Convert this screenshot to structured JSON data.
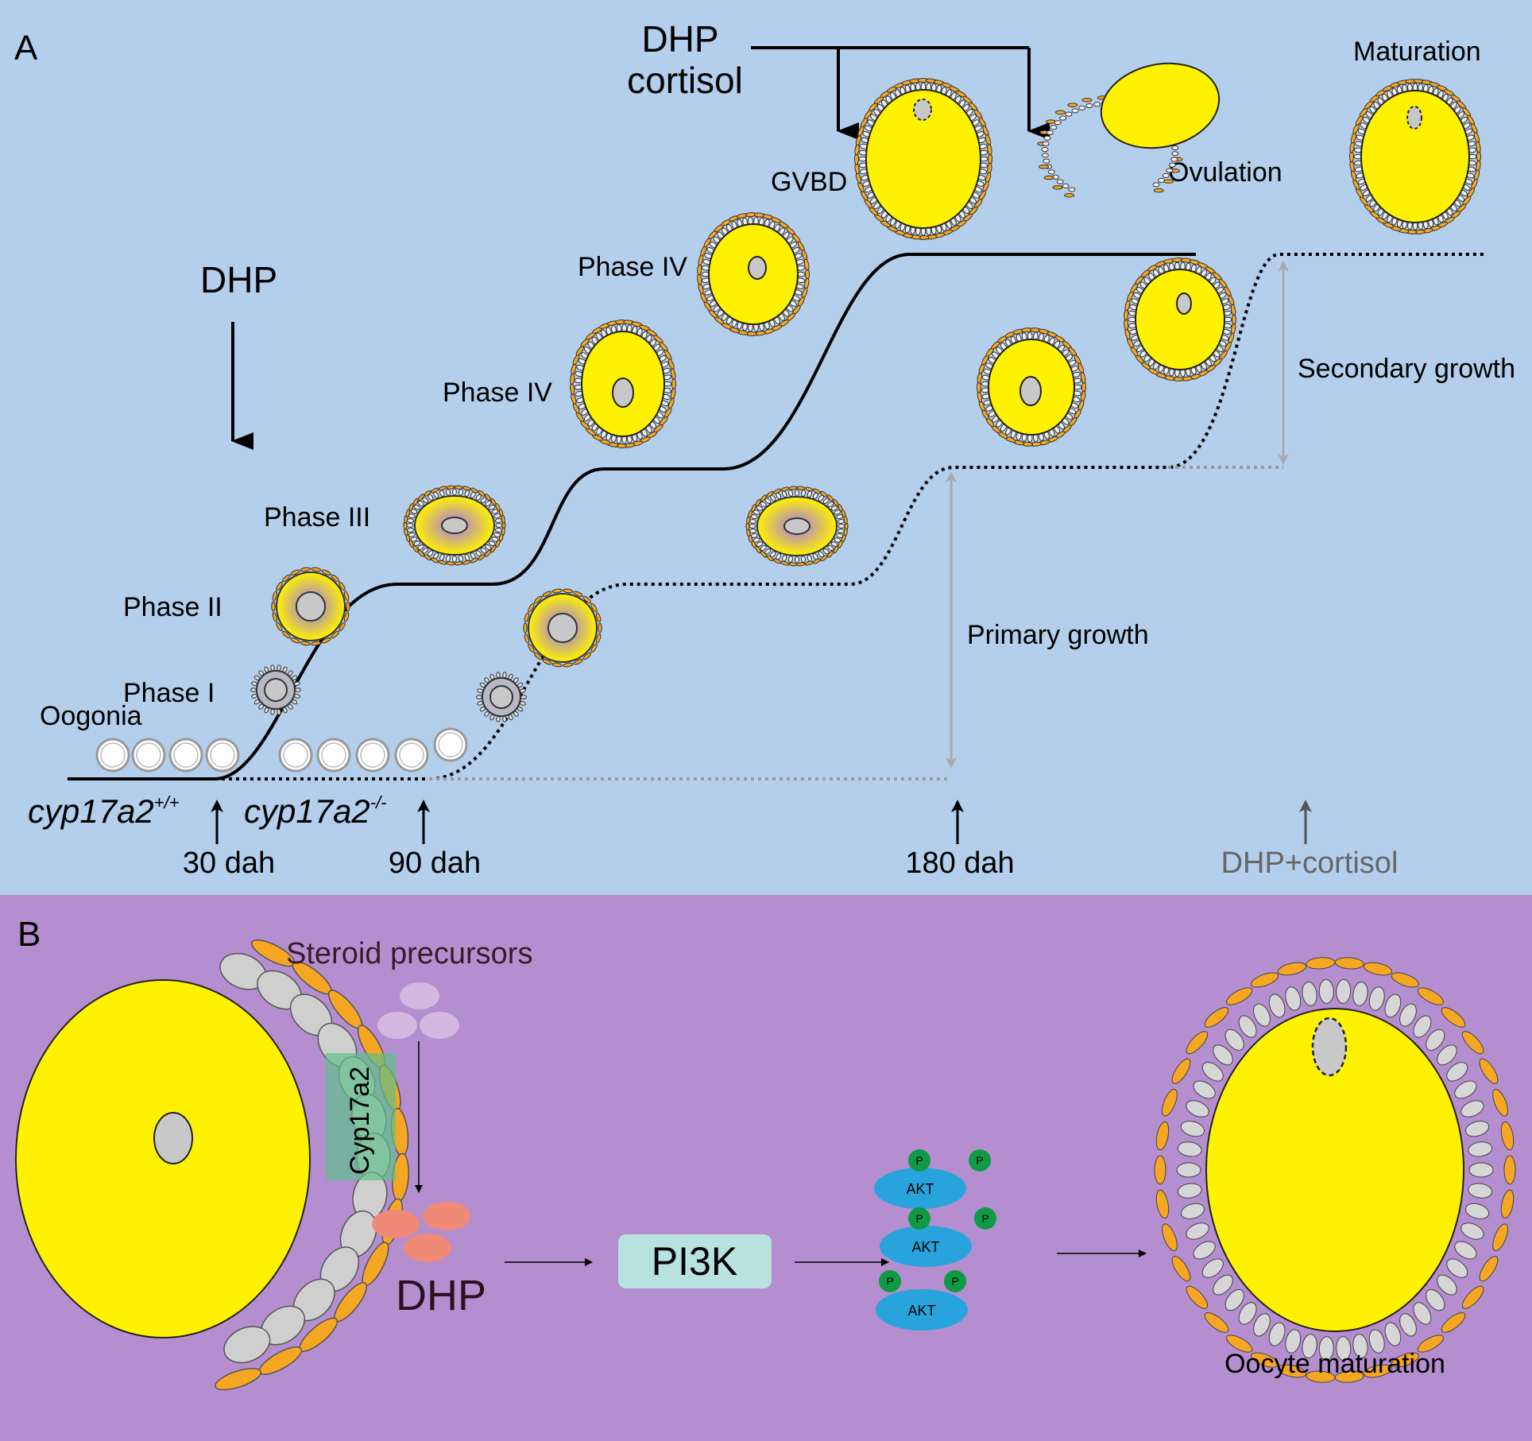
{
  "panelA": {
    "letter": "A",
    "bg": "#b3cfec",
    "dhp_cortisol": [
      "DHP",
      "cortisol"
    ],
    "dhp": "DHP",
    "gvbd": "GVBD",
    "ovulation": "Ovulation",
    "maturation": "Maturation",
    "phase_iv_upper": "Phase IV",
    "phase_iv_lower": "Phase IV",
    "phase_iii": "Phase III",
    "phase_ii": "Phase II",
    "phase_i": "Phase I",
    "oogonia": "Oogonia",
    "secondary_growth": "Secondary growth",
    "primary_growth": "Primary growth",
    "genotype_wt": {
      "base": "cyp17a2",
      "sup": "+/+"
    },
    "genotype_ko": {
      "base": "cyp17a2",
      "sup": "-/-"
    },
    "timepoints": [
      "30 dah",
      "90 dah",
      "180 dah"
    ],
    "treatment": "DHP+cortisol"
  },
  "panelB": {
    "letter": "B",
    "bg": "#b48ecf",
    "steroid_precursors": "Steroid precursors",
    "enzyme": "Cyp17a2",
    "dhp": "DHP",
    "pi3k": "PI3K",
    "akt": [
      "AKT",
      "AKT",
      "AKT"
    ],
    "phospho": "P",
    "oocyte_maturation": "Oocyte maturation"
  },
  "colors": {
    "yolk": "#fff200",
    "theca": "#f5a623",
    "granulosa": "#d3d3d3",
    "akt": "#29a3dc",
    "phospho": "#0f9b45",
    "dhp_molecule": "#f08a78",
    "precursor": "#d4b8e2",
    "pi3k": "#b7e2e0",
    "enzyme_box": "#5fbf8a"
  }
}
